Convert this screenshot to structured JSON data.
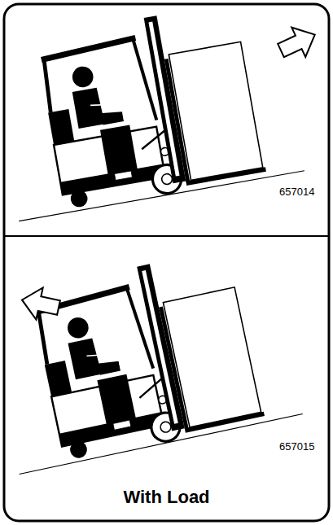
{
  "diagram": {
    "caption": "With Load",
    "labels": [
      "657014",
      "657015"
    ]
  }
}
